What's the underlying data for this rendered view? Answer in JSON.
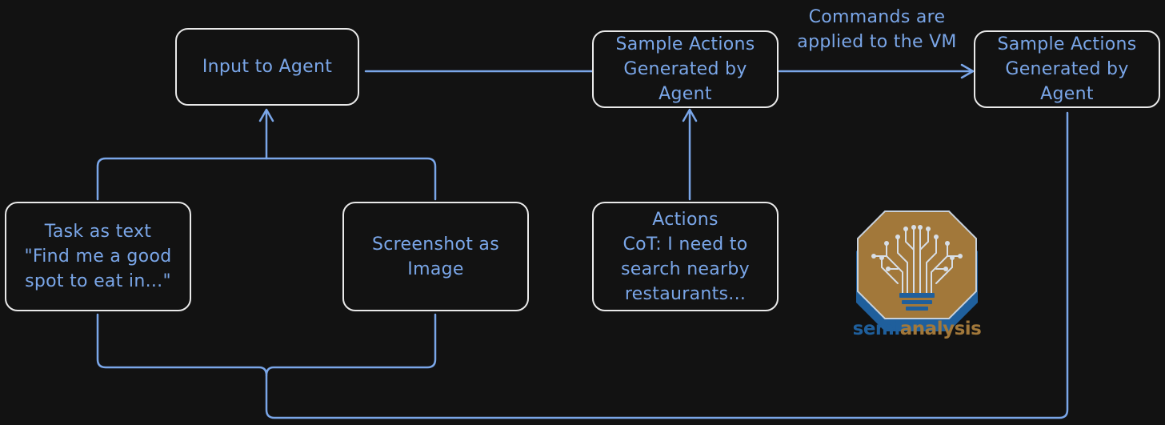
{
  "boxes": {
    "input_to_agent": [
      "Input to Agent"
    ],
    "sample_actions_1": [
      "Sample Actions",
      "Generated by",
      "Agent"
    ],
    "sample_actions_2": [
      "Sample Actions",
      "Generated by",
      "Agent"
    ],
    "task_text": [
      "Task as text",
      "\"Find me a good",
      "spot to eat in...\""
    ],
    "screenshot": [
      "Screenshot as",
      "Image"
    ],
    "actions_cot": [
      "Actions",
      "CoT: I need to",
      "search nearby",
      "restaurants..."
    ]
  },
  "edge_label_commands": [
    "Commands are",
    "applied to the VM"
  ],
  "logo": {
    "word_part1": "semi",
    "word_part2": "analysis"
  },
  "colors": {
    "background": "#121212",
    "box_border": "#e9e9e9",
    "text_and_arrows": "#7aa6e8",
    "logo_gold": "#a2783a",
    "logo_blue": "#1f5f9c"
  }
}
